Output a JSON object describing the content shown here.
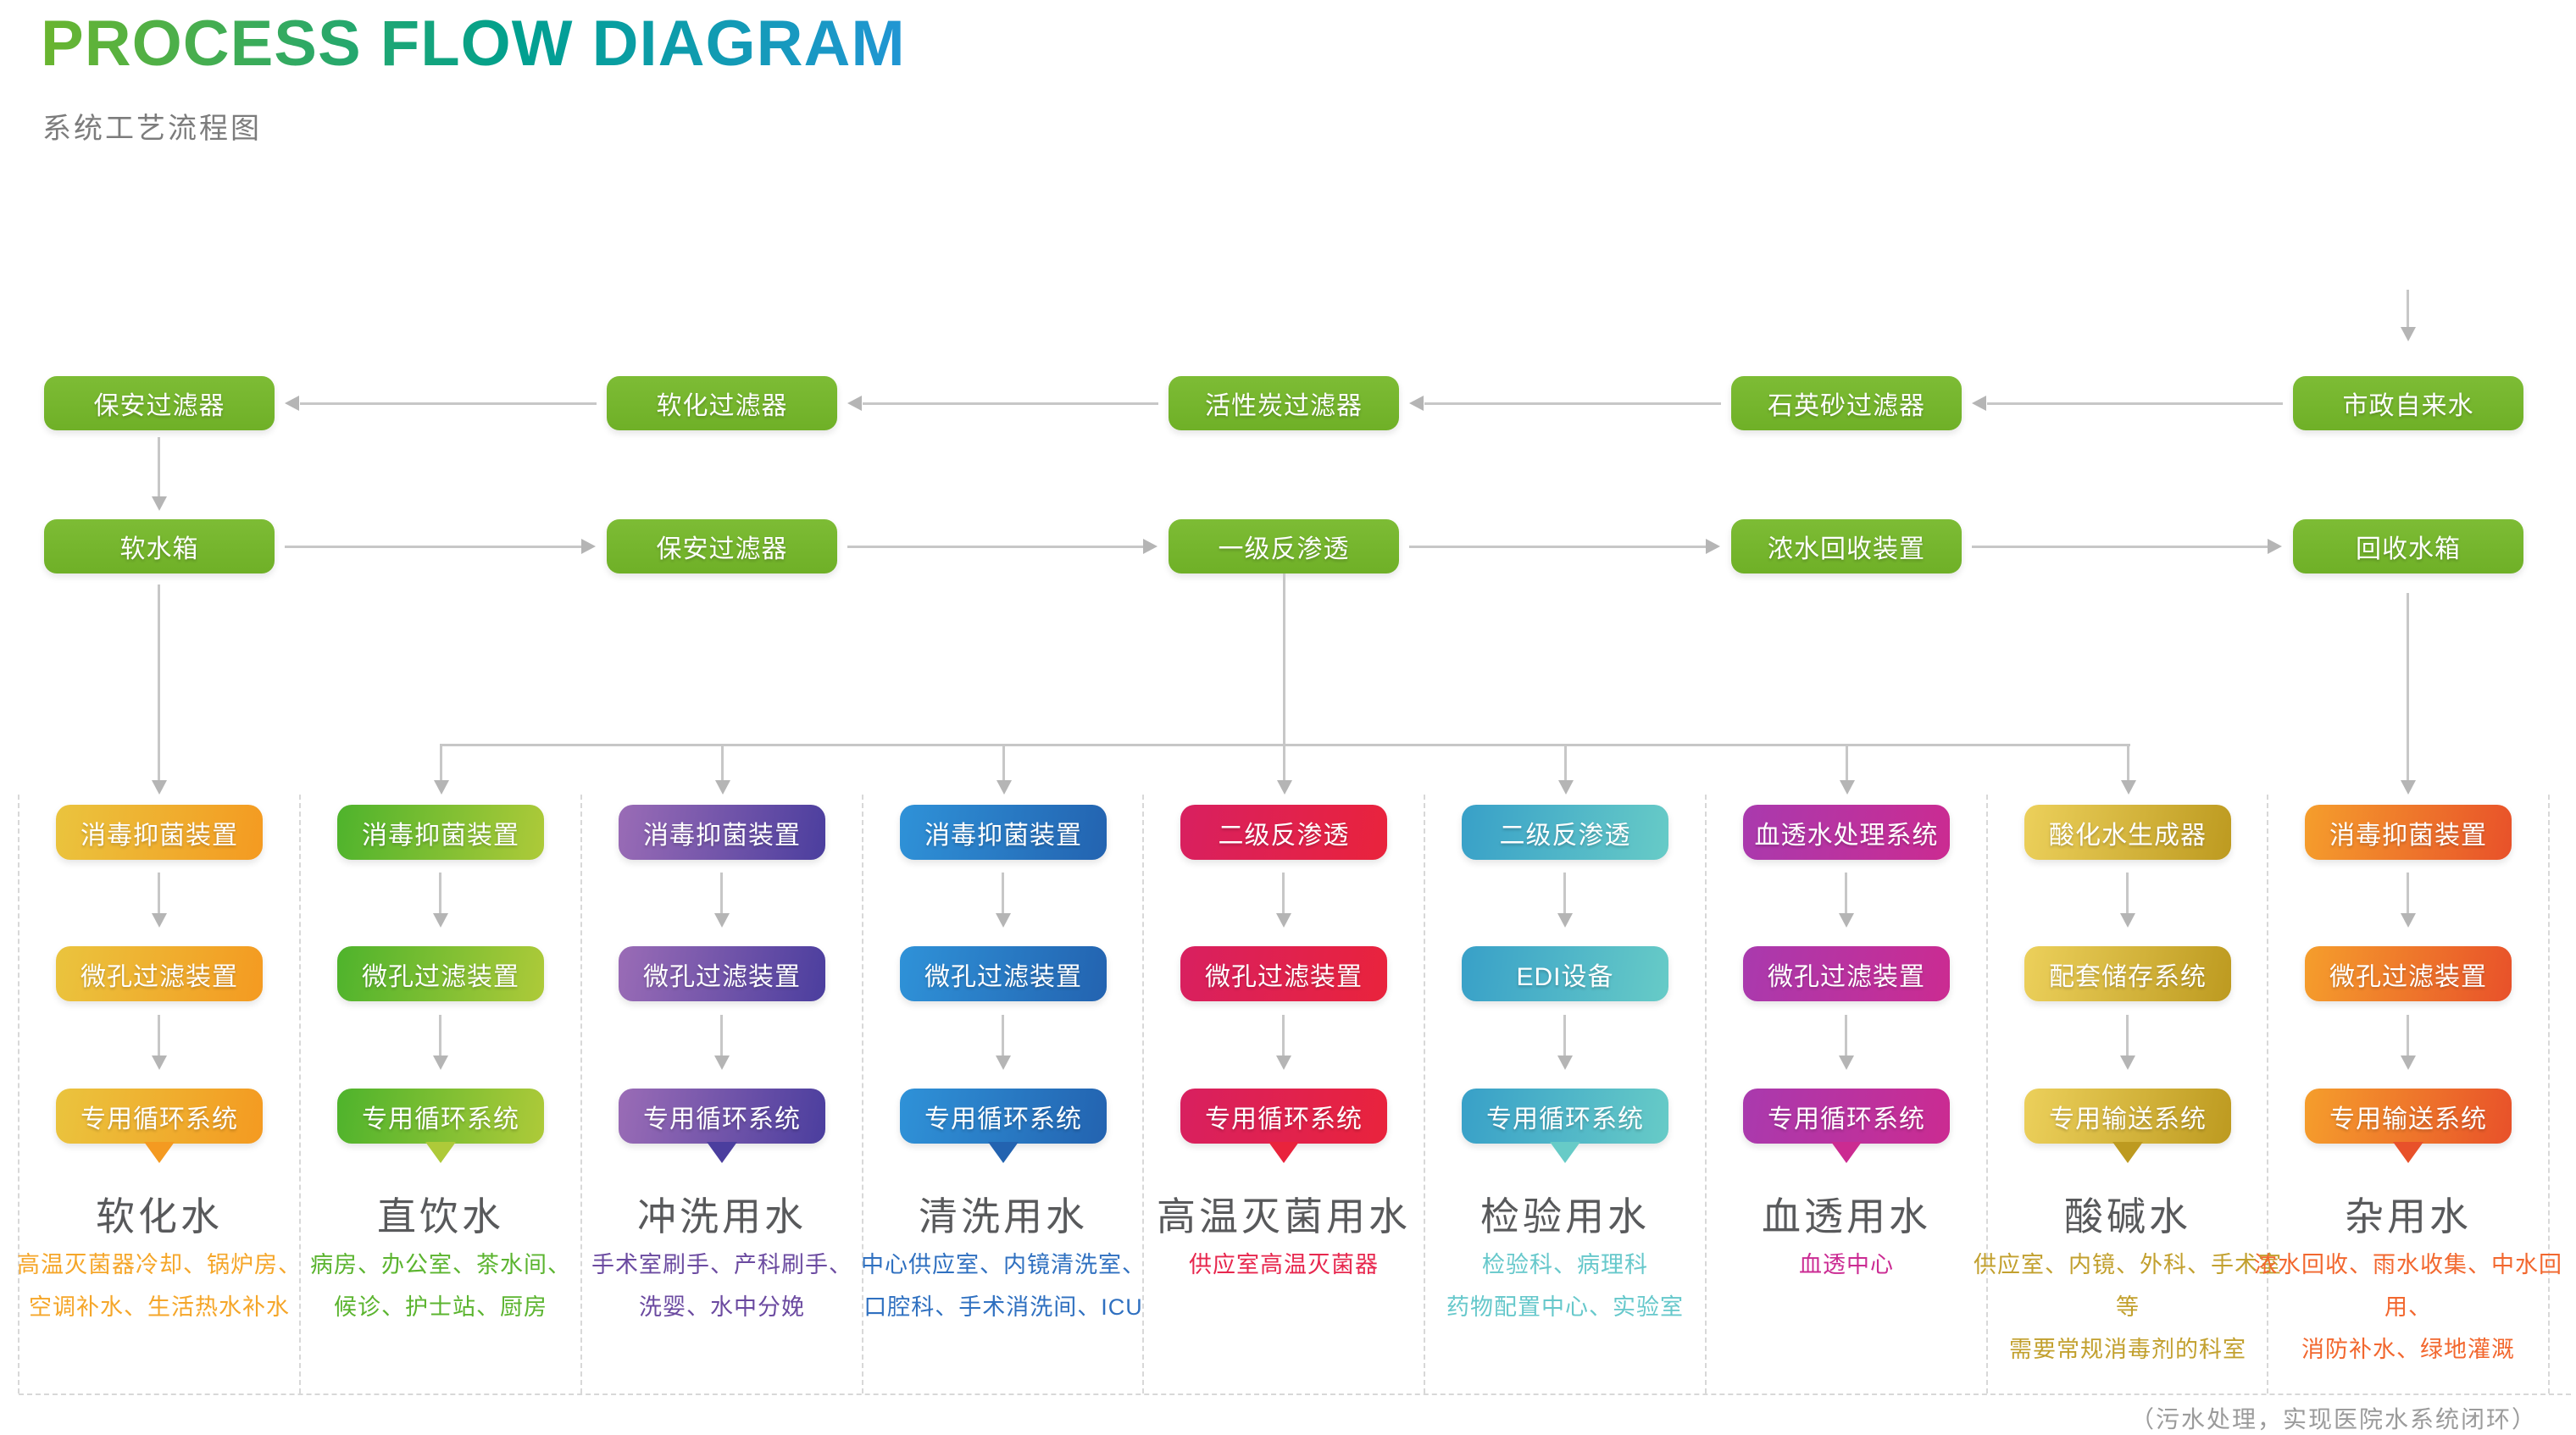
{
  "header": {
    "title": "PROCESS FLOW DIAGRAM",
    "subtitle": "系统工艺流程图"
  },
  "top_flow": {
    "row1": [
      "保安过滤器",
      "软化过滤器",
      "活性炭过滤器",
      "石英砂过滤器",
      "市政自来水"
    ],
    "row2": [
      "软水箱",
      "保安过滤器",
      "一级反渗透",
      "浓水回收装置",
      "回收水箱"
    ],
    "box_color": "#76b72c"
  },
  "columns": [
    {
      "boxes": [
        "消毒抑菌装置",
        "微孔过滤装置",
        "专用循环系统"
      ],
      "title": "软化水",
      "desc": [
        "高温灭菌器冷却、锅炉房、",
        "空调补水、生活热水补水"
      ],
      "color_from": "#eac43e",
      "color_to": "#f49a21",
      "desc_color": "#f5a629"
    },
    {
      "boxes": [
        "消毒抑菌装置",
        "微孔过滤装置",
        "专用循环系统"
      ],
      "title": "直饮水",
      "desc": [
        "病房、办公室、茶水间、",
        "候诊、护士站、厨房"
      ],
      "color_from": "#4eb32c",
      "color_to": "#aeca39",
      "desc_color": "#5bb42f"
    },
    {
      "boxes": [
        "消毒抑菌装置",
        "微孔过滤装置",
        "专用循环系统"
      ],
      "title": "冲洗用水",
      "desc": [
        "手术室刷手、产科刷手、",
        "洗婴、水中分娩"
      ],
      "color_from": "#9a6cb6",
      "color_to": "#4b3e9e",
      "desc_color": "#6b4aa0"
    },
    {
      "boxes": [
        "消毒抑菌装置",
        "微孔过滤装置",
        "专用循环系统"
      ],
      "title": "清洗用水",
      "desc": [
        "中心供应室、内镜清洗室、",
        "口腔科、手术消洗间、ICU"
      ],
      "color_from": "#2f92d8",
      "color_to": "#2363b0",
      "desc_color": "#2f70c0"
    },
    {
      "boxes": [
        "二级反渗透",
        "微孔过滤装置",
        "专用循环系统"
      ],
      "title": "高温灭菌用水",
      "desc": [
        "供应室高温灭菌器"
      ],
      "color_from": "#d82060",
      "color_to": "#e9233c",
      "desc_color": "#e7274e"
    },
    {
      "boxes": [
        "二级反渗透",
        "EDI设备",
        "专用循环系统"
      ],
      "title": "检验用水",
      "desc": [
        "检验科、病理科",
        "药物配置中心、实验室"
      ],
      "color_from": "#38a0c8",
      "color_to": "#67cbc7",
      "desc_color": "#66c8cb"
    },
    {
      "boxes": [
        "血透水处理系统",
        "微孔过滤装置",
        "专用循环系统"
      ],
      "title": "血透用水",
      "desc": [
        "血透中心"
      ],
      "color_from": "#a93aae",
      "color_to": "#cb2b91",
      "desc_color": "#cb2b93"
    },
    {
      "boxes": [
        "酸化水生成器",
        "配套储存系统",
        "专用输送系统"
      ],
      "title": "酸碱水",
      "desc": [
        "供应室、内镜、外科、手术室等",
        "需要常规消毒剂的科室"
      ],
      "color_from": "#ecd05b",
      "color_to": "#bd9a20",
      "desc_color": "#c2a02e"
    },
    {
      "boxes": [
        "消毒抑菌装置",
        "微孔过滤装置",
        "专用输送系统"
      ],
      "title": "杂用水",
      "desc": [
        "浓水回收、雨水收集、中水回用、",
        "消防补水、绿地灌溉"
      ],
      "color_from": "#f59e2c",
      "color_to": "#e8512a",
      "desc_color": "#f2672e"
    }
  ],
  "footer_note": "（污水处理，实现医院水系统闭环）",
  "colors": {
    "arrow_head": "#b5b5b5",
    "arrow_line": "#c7c7c7",
    "dash": "#d8d8d8",
    "title_text": "#58595b",
    "title_gradient": [
      "#6ab52f",
      "#00a08f",
      "#2196d4"
    ]
  }
}
